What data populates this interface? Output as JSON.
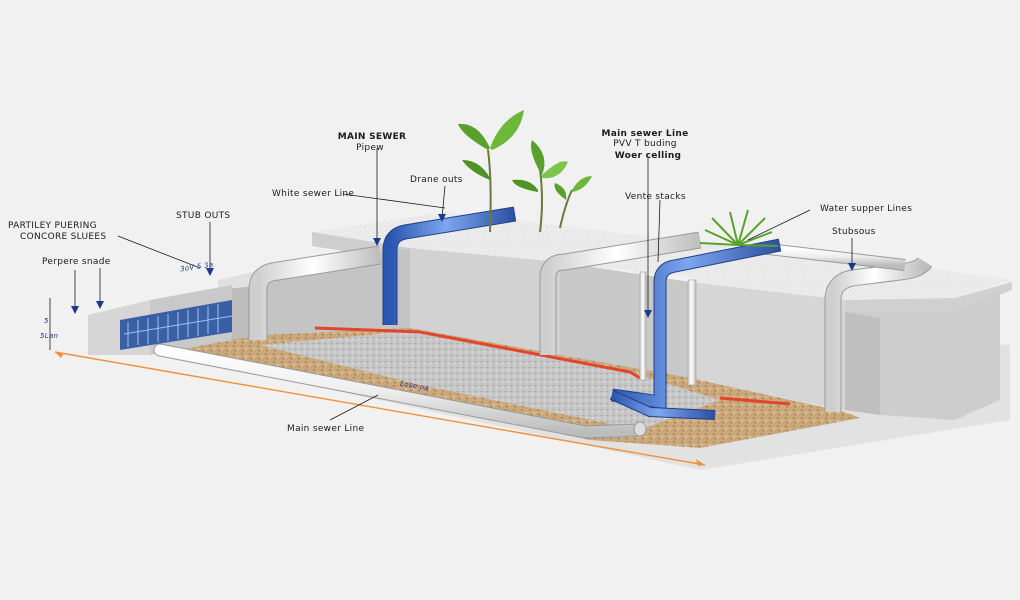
{
  "labels": {
    "main_sewer_pipew_1": "MAIN SEWER",
    "main_sewer_pipew_2": "Pipew",
    "main_sewer_pvt_1": "Main sewer Line",
    "main_sewer_pvt_2": "PVV T buding",
    "water_ceiling": "Woer celling",
    "white_sewer_line": "White sewer Line",
    "drain_outs": "Drane outs",
    "vent_stacks": "Vente stacks",
    "water_supply_lines": "Water supper Lines",
    "stub_outs_left": "STUB OUTS",
    "stub_outs_right": "Stubsous",
    "partially_1": "PARTILEY PUERING",
    "partially_2": "CONCORE SLUEES",
    "perpetual_grade": "Perpere snade",
    "main_sewer_line_bottom": "Main sewer Line",
    "dim_top": "3oV  5 3a",
    "dim_left_1": "5",
    "dim_left_2": "5Lan",
    "dim_pipe": "Lose oa"
  },
  "colors": {
    "background": "#f1f1f1",
    "concrete": "#d9d9d9",
    "pipe_white": "#f7f7f7",
    "pipe_blue": "#3b6fd1",
    "hot_line": "#e2452b",
    "gravel": "#c9a77a",
    "leaf_green": "#5aa02c"
  },
  "icons": [
    "sapling-icon",
    "fern-icon",
    "grate-icon"
  ]
}
